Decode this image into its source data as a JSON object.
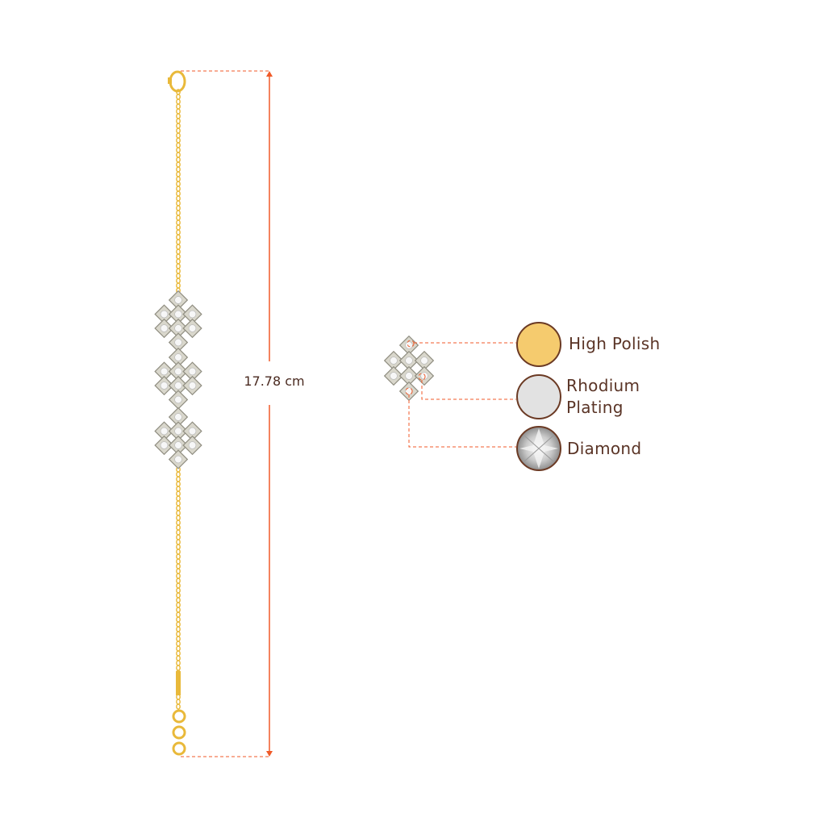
{
  "measurement": {
    "label": "17.78 cm"
  },
  "legend": [
    {
      "label": "High Polish",
      "swatch_color": "#f5cb6e",
      "icon": "gold-swatch-icon"
    },
    {
      "label_line1": "Rhodium",
      "label_line2": "Plating",
      "swatch_color": "#e2e2e2",
      "icon": "rhodium-swatch-icon"
    },
    {
      "label": "Diamond",
      "swatch_color": "#d8d8d8",
      "icon": "diamond-swatch-icon"
    }
  ],
  "colors": {
    "gold": "#e9b93a",
    "guide": "#f05a28",
    "ring": "#6b3a24",
    "text": "#5a3426",
    "setting": "#a9a79a"
  }
}
